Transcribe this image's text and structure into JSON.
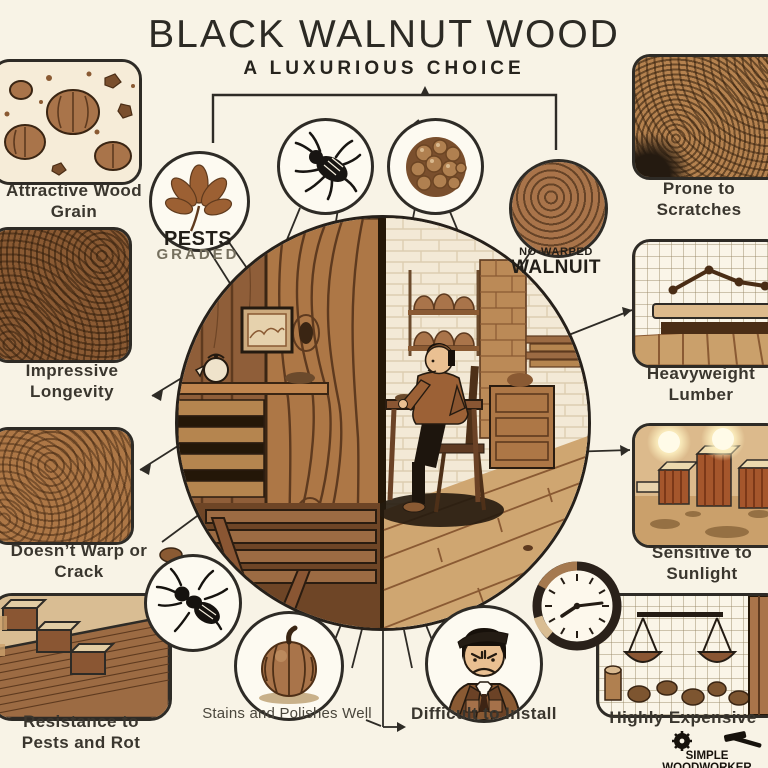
{
  "title": "BLACK WALNUT WOOD",
  "subtitle": "A LUXURIOUS CHOICE",
  "pros": {
    "attractive": "Attractive Wood Grain",
    "longevity": "Impressive Longevity",
    "warp": "Doesn’t Warp or Crack",
    "resistance": "Resistance to Pests and Rot",
    "stains": "Stains and Polishes Well"
  },
  "cons": {
    "scratches": "Prone to Scratches",
    "heavyweight": "Heavyweight Lumber",
    "sunlight": "Sensitive to Sunlight",
    "install": "Difficult to Install",
    "expensive": "Highly Expensive"
  },
  "badges": {
    "pests_top": "PESTS",
    "pests_bottom": "GRADED",
    "nowarped_top": "NO-WARPED",
    "nowarped_bottom": "WALNUIT"
  },
  "logo": {
    "text": "SIMPLE WOODWORKER"
  },
  "icons": {
    "top_left_image": "scattered-walnuts",
    "leaf_circle": "walnut-leaf",
    "insect_circle": "termite-pest",
    "cluster_circle": "walnut-cluster",
    "grain_circle": "no-warped-wood-grain",
    "ant_circle": "ant-pest",
    "fruit_circle": "stained-walnut-fruit",
    "man_circle": "frustrated-installer",
    "clock_circle": "clock",
    "center_scene": "split-scene-walnut-interior-and-workshop"
  },
  "colors": {
    "background": "#f8f3e6",
    "ink": "#2e2b26",
    "wood_light": "#c9a06b",
    "wood_mid": "#a5714a",
    "wood_dark": "#7a4f2d",
    "badge_gray": "#76705f"
  }
}
